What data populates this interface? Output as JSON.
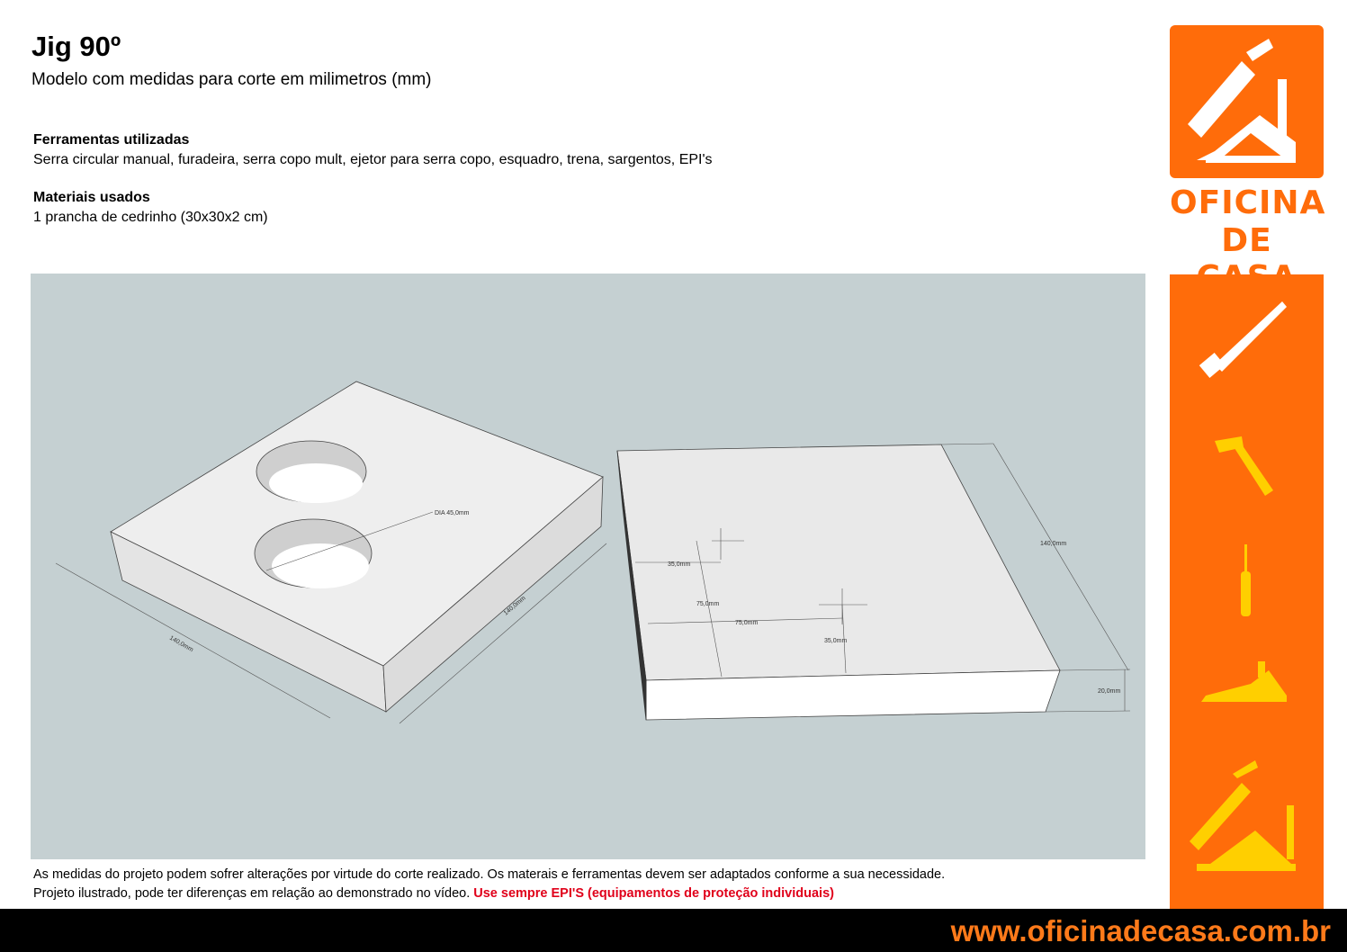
{
  "header": {
    "title": "Jig 90º",
    "subtitle": "Modelo com medidas para corte em milimetros (mm)"
  },
  "tools": {
    "heading": "Ferramentas utilizadas",
    "text": "Serra circular manual, furadeira, serra copo mult, ejetor para serra copo, esquadro, trena, sargentos, EPI's"
  },
  "materials": {
    "heading": "Materiais usados",
    "text": "1 prancha de cedrinho (30x30x2 cm)"
  },
  "drawing": {
    "left_piece": {
      "hole_label": "DIA 45,0mm",
      "width_label": "140,0mm",
      "depth_label": "140,0mm"
    },
    "right_piece": {
      "side_label": "140,0mm",
      "thickness_label": "20,0mm",
      "offset_a": "35,0mm",
      "offset_b": "75,0mm",
      "offset_c": "75,0mm",
      "offset_d": "35,0mm"
    }
  },
  "footer": {
    "line1": "As medidas do projeto podem sofrer alterações por virtude do corte realizado. Os materais e ferramentas devem ser adaptados conforme a sua necessidade.",
    "line2": "Projeto ilustrado, pode ter diferenças em relação ao demonstrado no vídeo.",
    "warning": "Use sempre EPI'S (equipamentos de proteção individuais)"
  },
  "brand": {
    "line1": "OFICINA",
    "line2": "DE CASA",
    "url": "www.oficinadecasa.com.br",
    "color": "#ff6c0a"
  },
  "icons": [
    "logo-house-tools-icon",
    "saw-icon",
    "hammer-icon",
    "screwdriver-icon",
    "hand-plane-icon",
    "house-tools-icon"
  ]
}
